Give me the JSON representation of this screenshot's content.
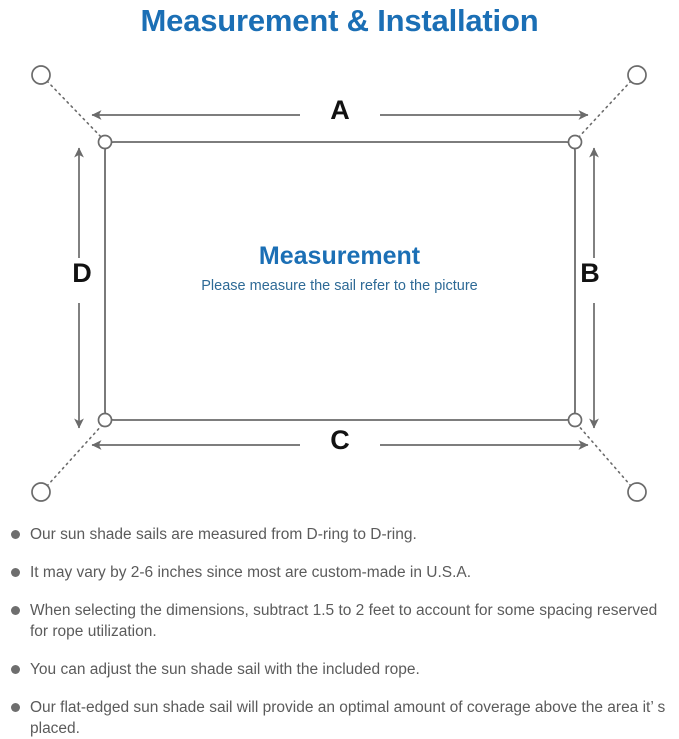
{
  "page": {
    "title": "Measurement & Installation",
    "title_color": "#1b6fb5",
    "background_color": "#ffffff"
  },
  "diagram": {
    "name": "shade-sail-measurement-diagram",
    "center_title": "Measurement",
    "center_subtitle": "Please measure the sail refer to the picture",
    "center_title_color": "#1b6fb5",
    "center_subtitle_color": "#2e6a96",
    "line_color": "#6b6b6b",
    "dimension_labels": {
      "top": "A",
      "right": "B",
      "bottom": "C",
      "left": "D"
    },
    "dimension_label_color": "#121212",
    "anchor_points": [
      {
        "name": "anchor-top-left",
        "position": "top-left"
      },
      {
        "name": "anchor-top-right",
        "position": "top-right"
      },
      {
        "name": "anchor-bottom-left",
        "position": "bottom-left"
      },
      {
        "name": "anchor-bottom-right",
        "position": "bottom-right"
      }
    ],
    "d_rings": [
      {
        "name": "d-ring-top-left",
        "position": "top-left"
      },
      {
        "name": "d-ring-top-right",
        "position": "top-right"
      },
      {
        "name": "d-ring-bottom-left",
        "position": "bottom-left"
      },
      {
        "name": "d-ring-bottom-right",
        "position": "bottom-right"
      }
    ]
  },
  "notes": [
    {
      "text": "Our sun shade sails are measured from D-ring to D-ring."
    },
    {
      "text": "It may vary by 2-6 inches since most are custom-made in U.S.A."
    },
    {
      "text": "When selecting the dimensions, subtract 1.5 to 2 feet to account for some spacing reserved for rope utilization."
    },
    {
      "text": "You can adjust the sun shade sail with the included rope."
    },
    {
      "text": "Our flat-edged sun shade sail will provide an optimal amount of coverage above the area it’ s placed."
    }
  ],
  "bullet_color": "#6e6e6e",
  "note_text_color": "#5b5b5b"
}
